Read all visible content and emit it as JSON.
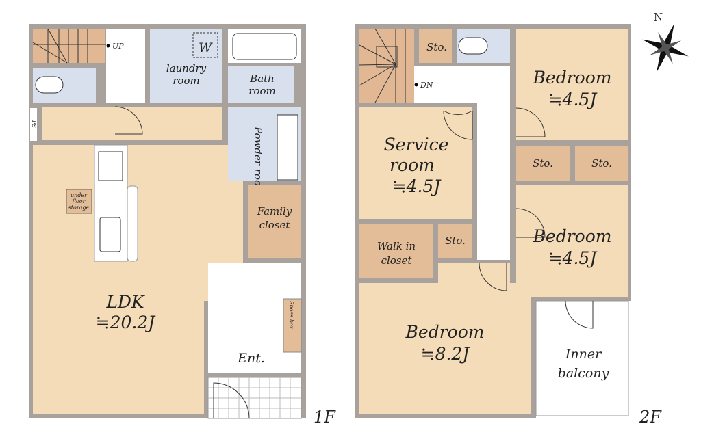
{
  "colors": {
    "wall": "#a9a19c",
    "room": "#f5dcb8",
    "closet": "#e3bd98",
    "wet": "#d8e0ee",
    "hall": "#ffffff"
  },
  "floor1": {
    "label": "1F",
    "stairs_label": "UP",
    "laundry": [
      "laundry",
      "room"
    ],
    "washer_mark": "W",
    "bath": [
      "Bath",
      "room"
    ],
    "powder": "Powder room",
    "ps": "PS",
    "family_closet": [
      "Family",
      "closet"
    ],
    "under_floor": [
      "under",
      "floor",
      "storage"
    ],
    "ldk": {
      "name": "LDK",
      "size": "≒20.2J"
    },
    "shoes_box": "Shoes box",
    "entrance": "Ent."
  },
  "floor2": {
    "label": "2F",
    "stairs_label": "DN",
    "sto": "Sto.",
    "bedroom_label": "Bedroom",
    "bedroom_ne_size": "≒4.5J",
    "bedroom_e_size": "≒4.5J",
    "bedroom_s_size": "≒8.2J",
    "service": {
      "line1": "Service",
      "line2": "room",
      "size": "≒4.5J"
    },
    "walk_in": [
      "Walk in",
      "closet"
    ],
    "balcony": [
      "Inner",
      "balcony"
    ]
  },
  "compass": {
    "north": "N"
  }
}
